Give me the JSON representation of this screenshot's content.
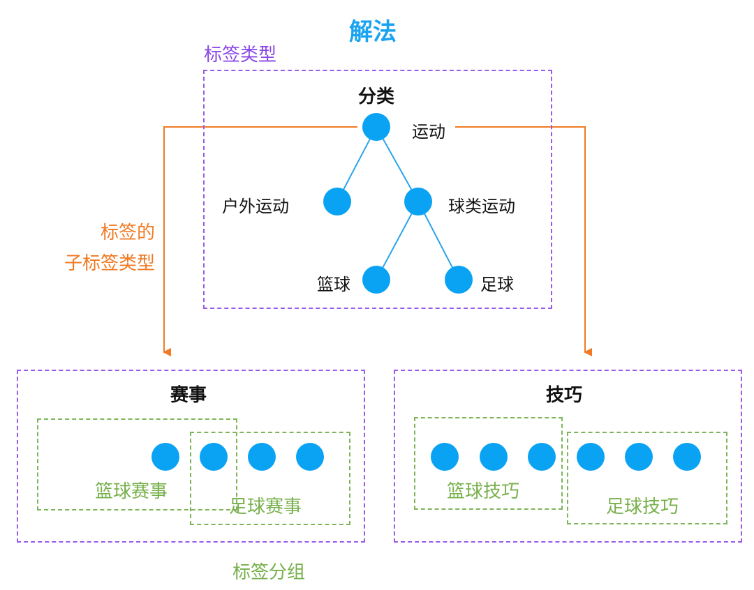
{
  "title": "解法",
  "tag_type_label": "标签类型",
  "child_tag_type_label": [
    "标签的",
    "子标签类型"
  ],
  "tag_group_label": "标签分组",
  "category": {
    "heading": "分类",
    "root": "运动",
    "outdoor": "户外运动",
    "ball": "球类运动",
    "basketball": "篮球",
    "football": "足球"
  },
  "events_box": {
    "heading": "赛事",
    "groups": [
      "篮球赛事",
      "足球赛事"
    ]
  },
  "skills_box": {
    "heading": "技巧",
    "groups": [
      "篮球技巧",
      "足球技巧"
    ]
  },
  "colors": {
    "node": "#0aa2f3",
    "tree_edge": "#2aa4ec",
    "arrow": "#f07a24",
    "purple_border": "#9a5be8",
    "green_border": "#7fb55a"
  }
}
